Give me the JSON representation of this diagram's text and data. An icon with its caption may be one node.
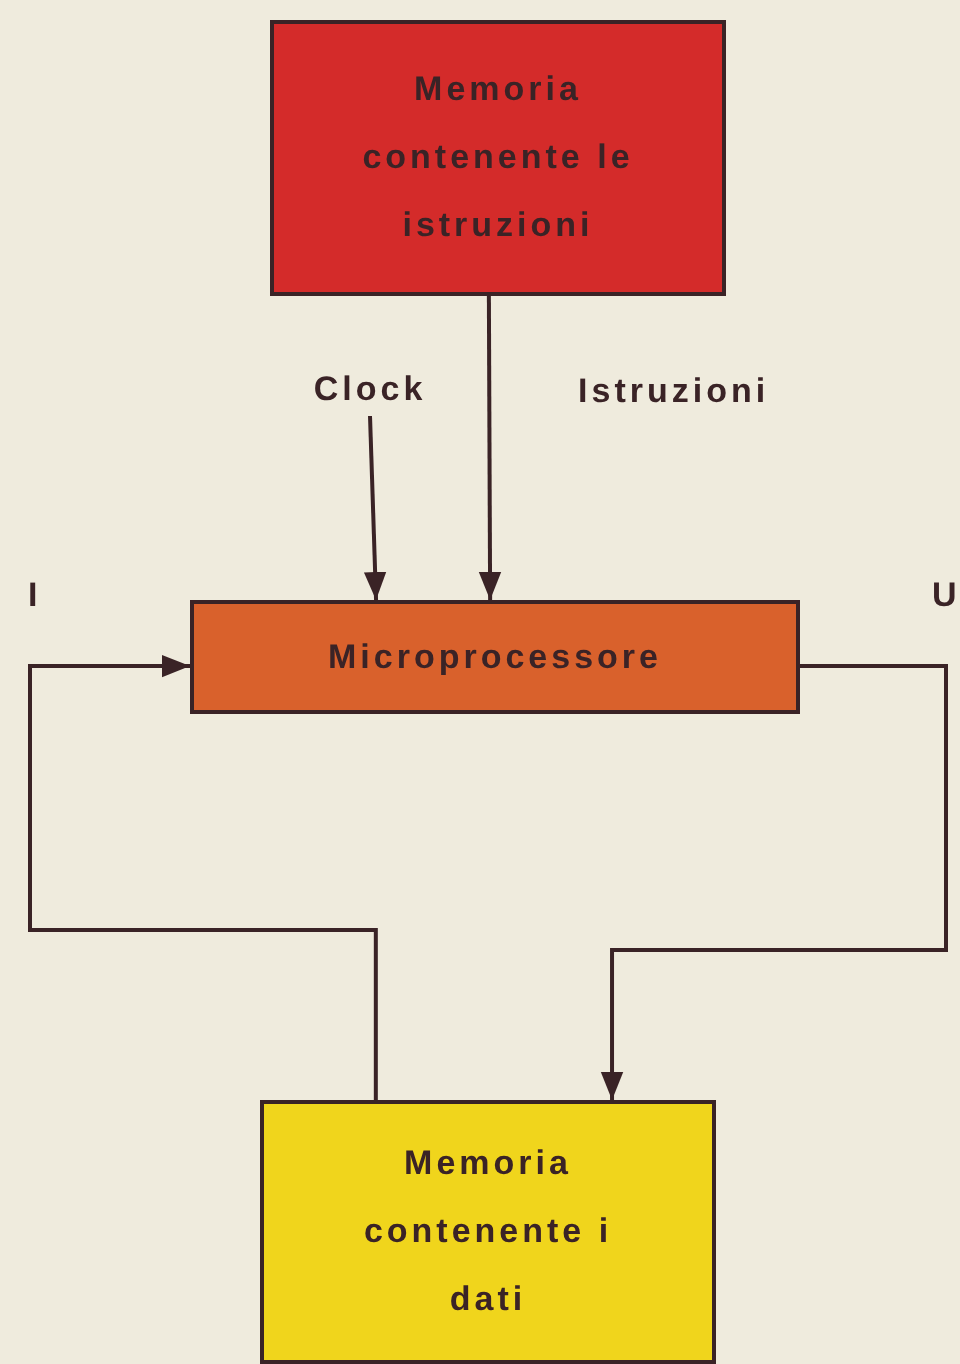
{
  "diagram": {
    "nodes": [
      {
        "text": [
          "Memoria contenente le istruzioni"
        ]
      },
      {
        "text": [
          "Clock"
        ]
      },
      {
        "text": [
          "Microprocessore"
        ]
      },
      {
        "text": [
          "Memoria contenente i dati"
        ]
      }
    ],
    "edges": [
      {
        "from": 1,
        "to": 2,
        "arrow": "to"
      },
      {
        "from": 0,
        "to": 2,
        "arrow": "to",
        "label": "Istruzioni"
      },
      {
        "from": 3,
        "to": 2,
        "arrow": "to",
        "label": "I"
      },
      {
        "from": 2,
        "to": 3,
        "arrow": "to",
        "label": "U"
      }
    ]
  }
}
